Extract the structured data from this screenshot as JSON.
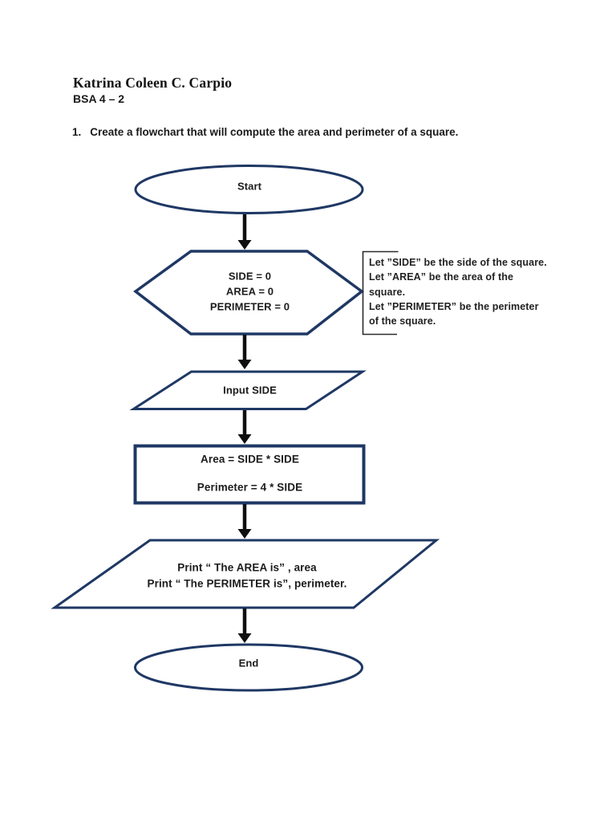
{
  "page": {
    "title": "Katrina Coleen C. Carpio",
    "subtitle": "BSA 4 – 2",
    "question_number": "1.",
    "question_text": "Create a flowchart that will compute the area and perimeter of a square."
  },
  "colors": {
    "shape_border": "#1f3864",
    "arrow": "#0f0f0f",
    "note_bracket": "#2b2b2b",
    "text": "#1f1f1f",
    "page_background": "#ffffff"
  },
  "flowchart": {
    "start": {
      "label": "Start"
    },
    "init": {
      "lines": [
        "SIDE = 0",
        "AREA = 0",
        "PERIMETER = 0"
      ]
    },
    "note": {
      "lines": [
        "Let ”SIDE” be the side of the square.",
        "Let ”AREA” be the area of the",
        "square.",
        "Let ”PERIMETER” be the perimeter",
        "of the square."
      ]
    },
    "input": {
      "label": "Input SIDE"
    },
    "process": {
      "lines": [
        "Area = SIDE * SIDE",
        "Perimeter = 4 * SIDE"
      ]
    },
    "output": {
      "lines": [
        "Print “ The AREA is” , area",
        "Print “ The PERIMETER is”, perimeter."
      ]
    },
    "end": {
      "label": "End"
    }
  }
}
